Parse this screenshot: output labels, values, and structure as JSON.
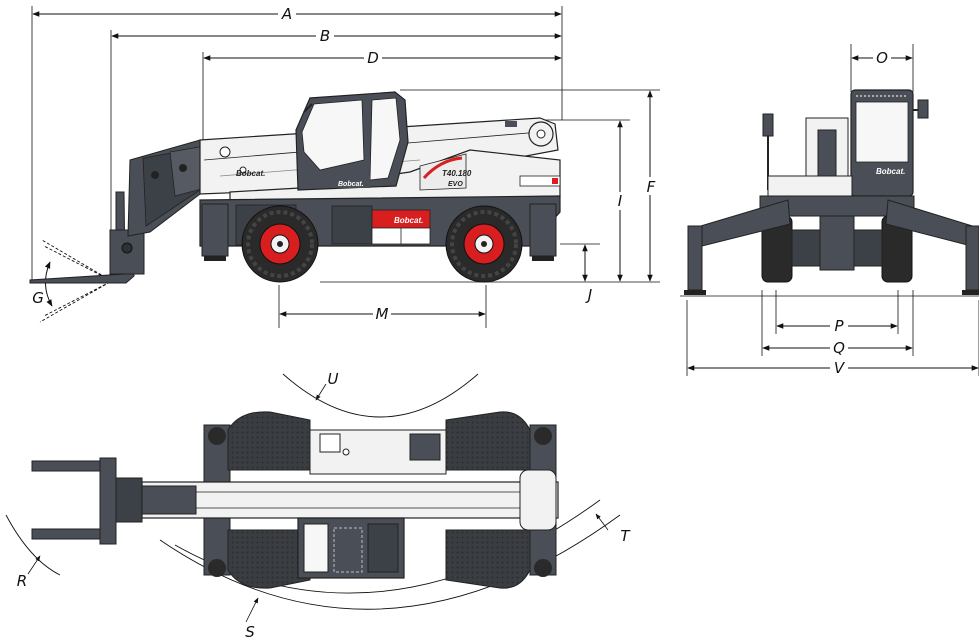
{
  "brand": {
    "name": "Bobcat.",
    "model_line1": "T40.180",
    "model_line2": "EVO",
    "colors": {
      "body": "#f2f2f2",
      "dark": "#4a4f57",
      "red": "#d81e1e",
      "outline": "#222222",
      "tyre": "#2a2a2a"
    }
  },
  "views": {
    "side": {
      "dimension_labels": {
        "A": "A",
        "B": "B",
        "D": "D",
        "F": "F",
        "I": "I",
        "J": "J",
        "M": "M",
        "G": "G"
      }
    },
    "front": {
      "dimension_labels": {
        "O": "O",
        "P": "P",
        "Q": "Q",
        "V": "V"
      }
    },
    "top": {
      "dimension_labels": {
        "U": "U",
        "T": "T",
        "R": "R",
        "S": "S"
      }
    }
  }
}
